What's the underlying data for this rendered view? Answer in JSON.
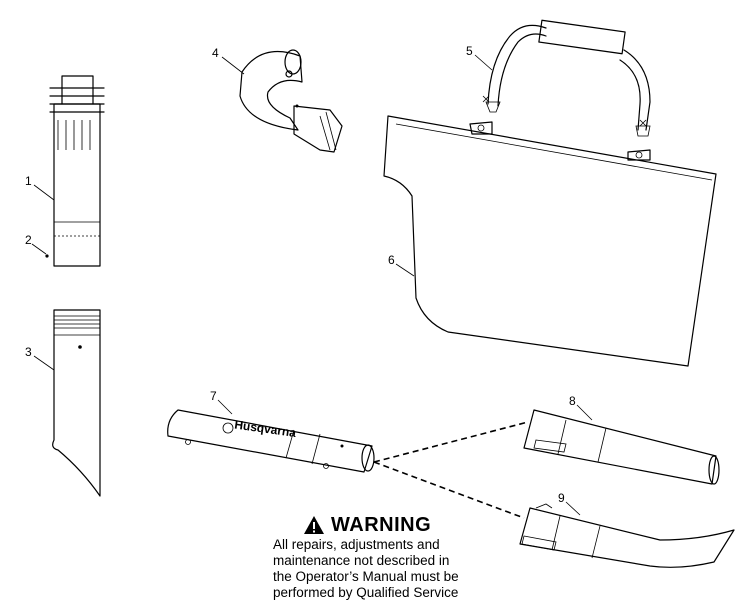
{
  "callouts": {
    "c1": "1",
    "c2": "2",
    "c3": "3",
    "c4": "4",
    "c5": "5",
    "c6": "6",
    "c7": "7",
    "c8": "8",
    "c9": "9"
  },
  "brand_label": "Husqvarna",
  "warning": {
    "title": "WARNING",
    "lines": [
      "All repairs, adjustments and",
      "maintenance not described in",
      "the Operator’s Manual must be",
      "performed by Qualified Service"
    ]
  }
}
